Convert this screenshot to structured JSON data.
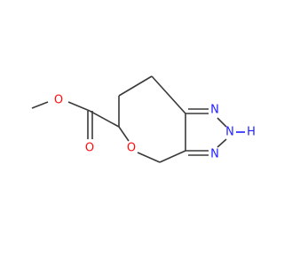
{
  "molecule": {
    "colors": {
      "bond": "#3a3a3a",
      "oxygen": "#ff0d0d",
      "nitrogen": "#2020ff",
      "carbon": "#3a3a3a"
    },
    "atoms": {
      "methoxy_o": "O",
      "carbonyl_o": "O",
      "ring_o": "O",
      "n1": "N",
      "n2": "N",
      "n2_h": "H",
      "n3": "N"
    }
  }
}
